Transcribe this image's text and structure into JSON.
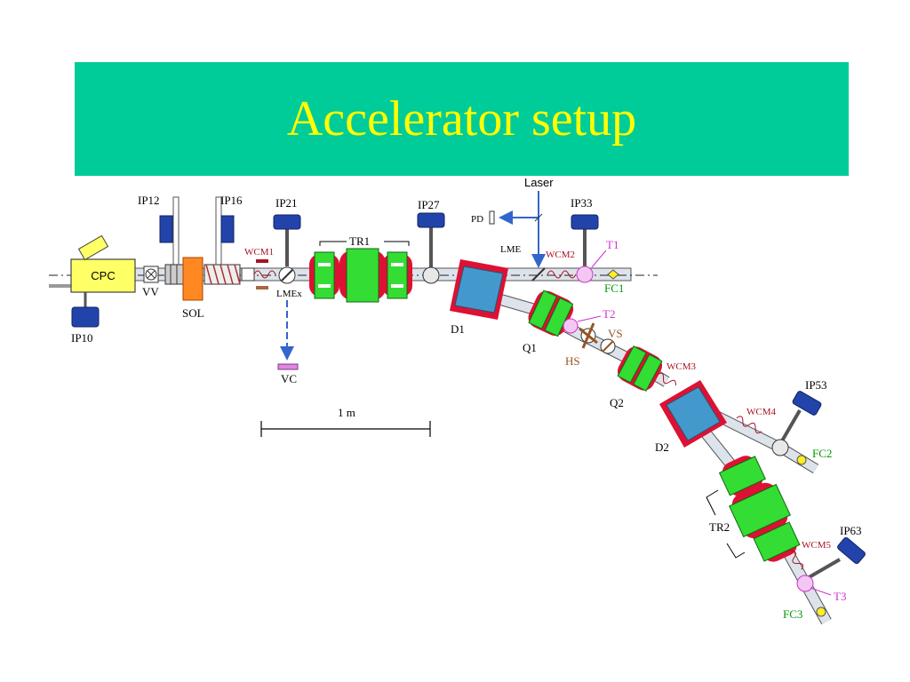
{
  "title": "Accelerator setup",
  "colors": {
    "title_bg": "#00cc99",
    "title_text": "#ffff00",
    "quad_green": "#33dd33",
    "coil_red": "#dd1133",
    "pump_blue": "#2244aa",
    "dipole_blue": "#4499cc",
    "wcm_red": "#aa1122",
    "target_magenta": "#cc33cc",
    "fc_green": "#009900",
    "slit_brown": "#995522",
    "arrow_blue": "#3366cc"
  },
  "labels": {
    "cpc": "CPC",
    "ip10": "IP10",
    "vv": "VV",
    "ip12": "IP12",
    "ip16": "IP16",
    "sol": "SOL",
    "wcm1": "WCM1",
    "ip21": "IP21",
    "lmex": "LMEx",
    "vc": "VC",
    "tr1": "TR1",
    "ip27": "IP27",
    "laser": "Laser",
    "pd": "PD",
    "lme": "LME",
    "wcm2": "WCM2",
    "ip33": "IP33",
    "t1": "T1",
    "fc1": "FC1",
    "d1": "D1",
    "q1": "Q1",
    "t2": "T2",
    "vs": "VS",
    "hs": "HS",
    "wcm3": "WCM3",
    "q2": "Q2",
    "d2": "D2",
    "wcm4": "WCM4",
    "ip53": "IP53",
    "fc2": "FC2",
    "tr2": "TR2",
    "wcm5": "WCM5",
    "ip63": "IP63",
    "t3": "T3",
    "fc3": "FC3",
    "scale": "1 m"
  }
}
